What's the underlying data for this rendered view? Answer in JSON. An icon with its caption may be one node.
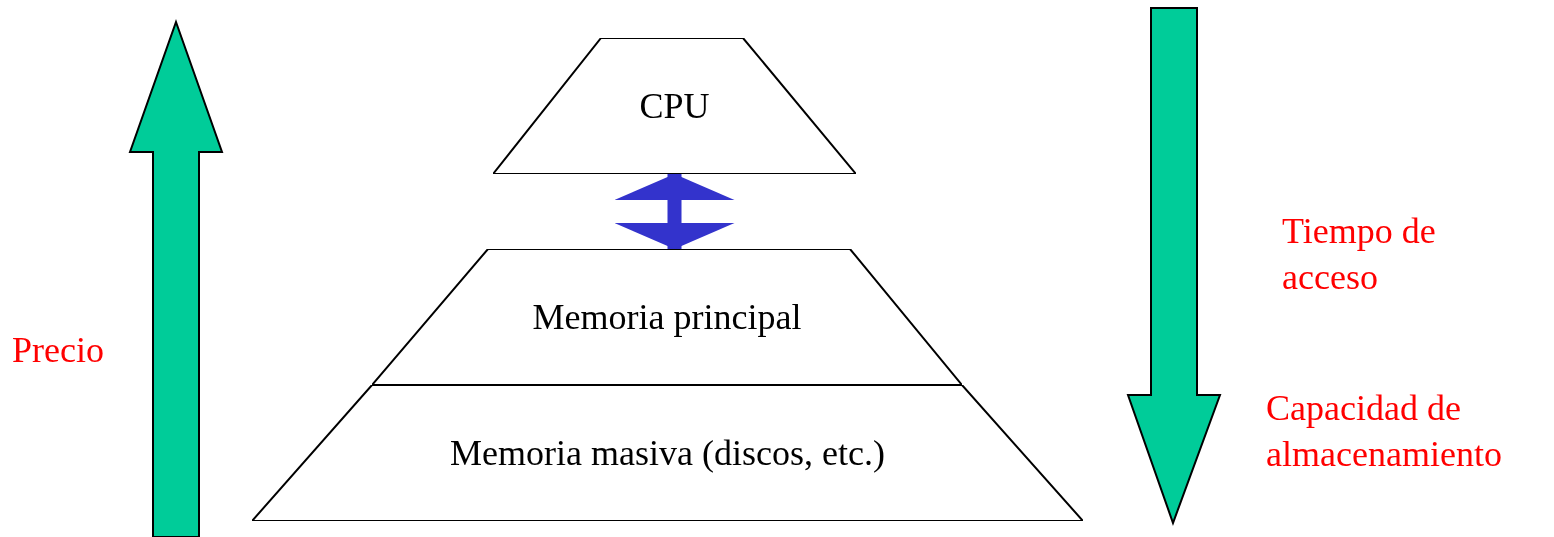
{
  "diagram": {
    "nodes": [
      {
        "text": [
          "CPU"
        ]
      },
      {
        "text": [
          "Memoria principal"
        ]
      },
      {
        "text": [
          "Memoria masiva (discos, etc.)"
        ]
      }
    ],
    "edges": [
      {
        "from": 0,
        "to": 1,
        "arrow": "both",
        "color": "#3333cc"
      }
    ],
    "labels": [
      "Precio",
      "Tiempo de acceso",
      "Capacidad de almacenamiento"
    ]
  }
}
